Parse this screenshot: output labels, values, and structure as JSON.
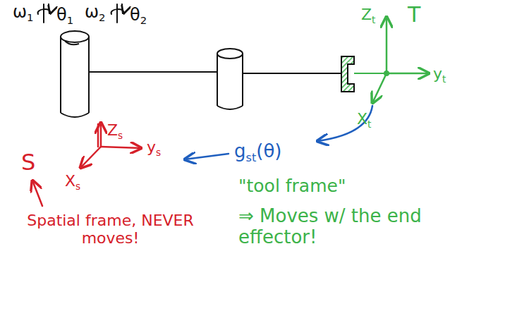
{
  "diagram": {
    "labels": [
      "ω1",
      "θ1",
      "ω2",
      "θ2",
      "Zt",
      "T",
      "yt",
      "Xt",
      "Zs",
      "ys",
      "gst(θ)",
      "S",
      "Xs",
      "\"tool frame\"",
      "⇒ Moves w/ the end effector!",
      "Spatial frame, NEVER moves!"
    ]
  }
}
